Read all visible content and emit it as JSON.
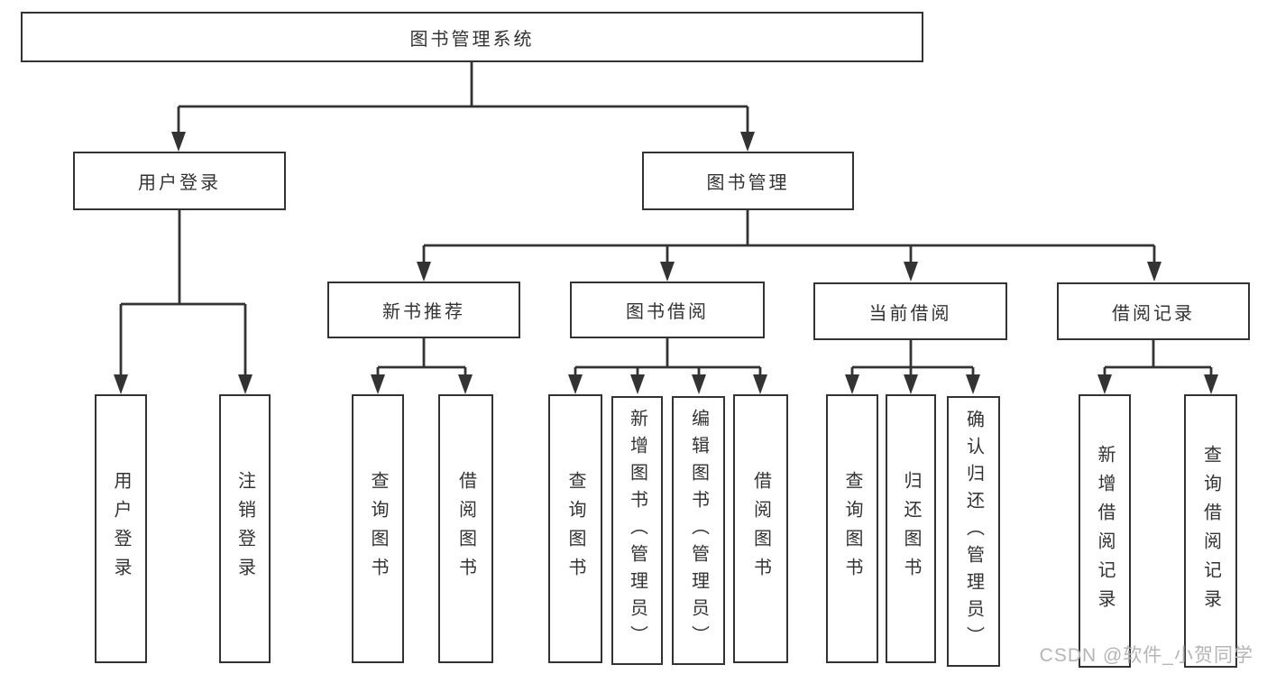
{
  "colors": {
    "line": "#333333",
    "text": "#333333",
    "background": "#ffffff",
    "watermark": "#b5b5b5"
  },
  "watermark": "CSDN @软件_小贺同学",
  "tree": {
    "root": {
      "label": "图书管理系统"
    },
    "branches": [
      {
        "label": "用户登录",
        "children": [
          {
            "label": "用户登录"
          },
          {
            "label": "注销登录"
          }
        ]
      },
      {
        "label": "图书管理",
        "children": [
          {
            "label": "新书推荐",
            "children": [
              {
                "label": "查询图书"
              },
              {
                "label": "借阅图书"
              }
            ]
          },
          {
            "label": "图书借阅",
            "children": [
              {
                "label": "查询图书"
              },
              {
                "label": "新增图书（管理员）"
              },
              {
                "label": "编辑图书（管理员）"
              },
              {
                "label": "借阅图书"
              }
            ]
          },
          {
            "label": "当前借阅",
            "children": [
              {
                "label": "查询图书"
              },
              {
                "label": "归还图书"
              },
              {
                "label": "确认归还（管理员）"
              }
            ]
          },
          {
            "label": "借阅记录",
            "children": [
              {
                "label": "新增借阅记录"
              },
              {
                "label": "查询借阅记录"
              }
            ]
          }
        ]
      }
    ]
  }
}
